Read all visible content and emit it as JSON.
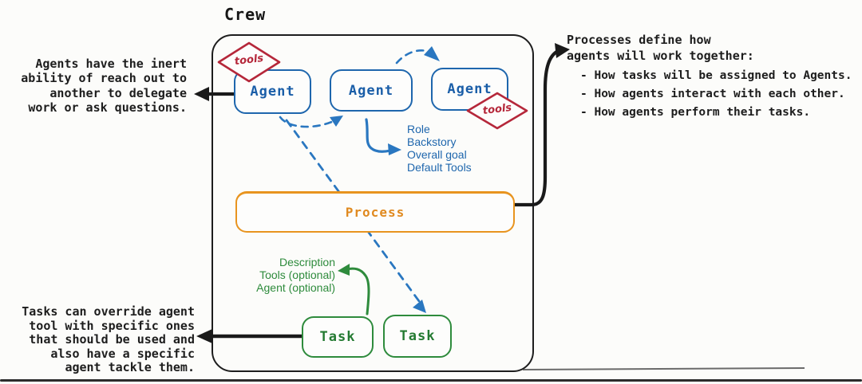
{
  "title": "Crew",
  "colors": {
    "agent_blue": "#1e66ad",
    "dash_blue": "#2a77c0",
    "tools_red": "#b5273a",
    "process_orange": "#e8941f",
    "task_green": "#2e8b3c",
    "line_black": "#1a1a1a"
  },
  "crew": {
    "agents": [
      "Agent",
      "Agent",
      "Agent"
    ],
    "process_label": "Process",
    "tasks": [
      "Task",
      "Task"
    ],
    "tools_badges": [
      "tools",
      "tools"
    ]
  },
  "notes": {
    "left_top": "Agents have the inert\nability of reach out to\nanother to delegate\nwork or ask questions.",
    "left_bottom": "Tasks can override agent\ntool with specific ones\nthat should be used and\nalso have a specific\nagent tackle them.",
    "right_heading": "Processes define how\nagents will work together:",
    "right_bullets": [
      "- How tasks will be assigned to Agents.",
      "- How agents interact with each other.",
      "- How agents perform their tasks."
    ],
    "agent_attributes": "Role\nBackstory\nOverall goal\nDefault Tools",
    "task_attributes": "Description\nTools (optional)\nAgent (optional)"
  }
}
